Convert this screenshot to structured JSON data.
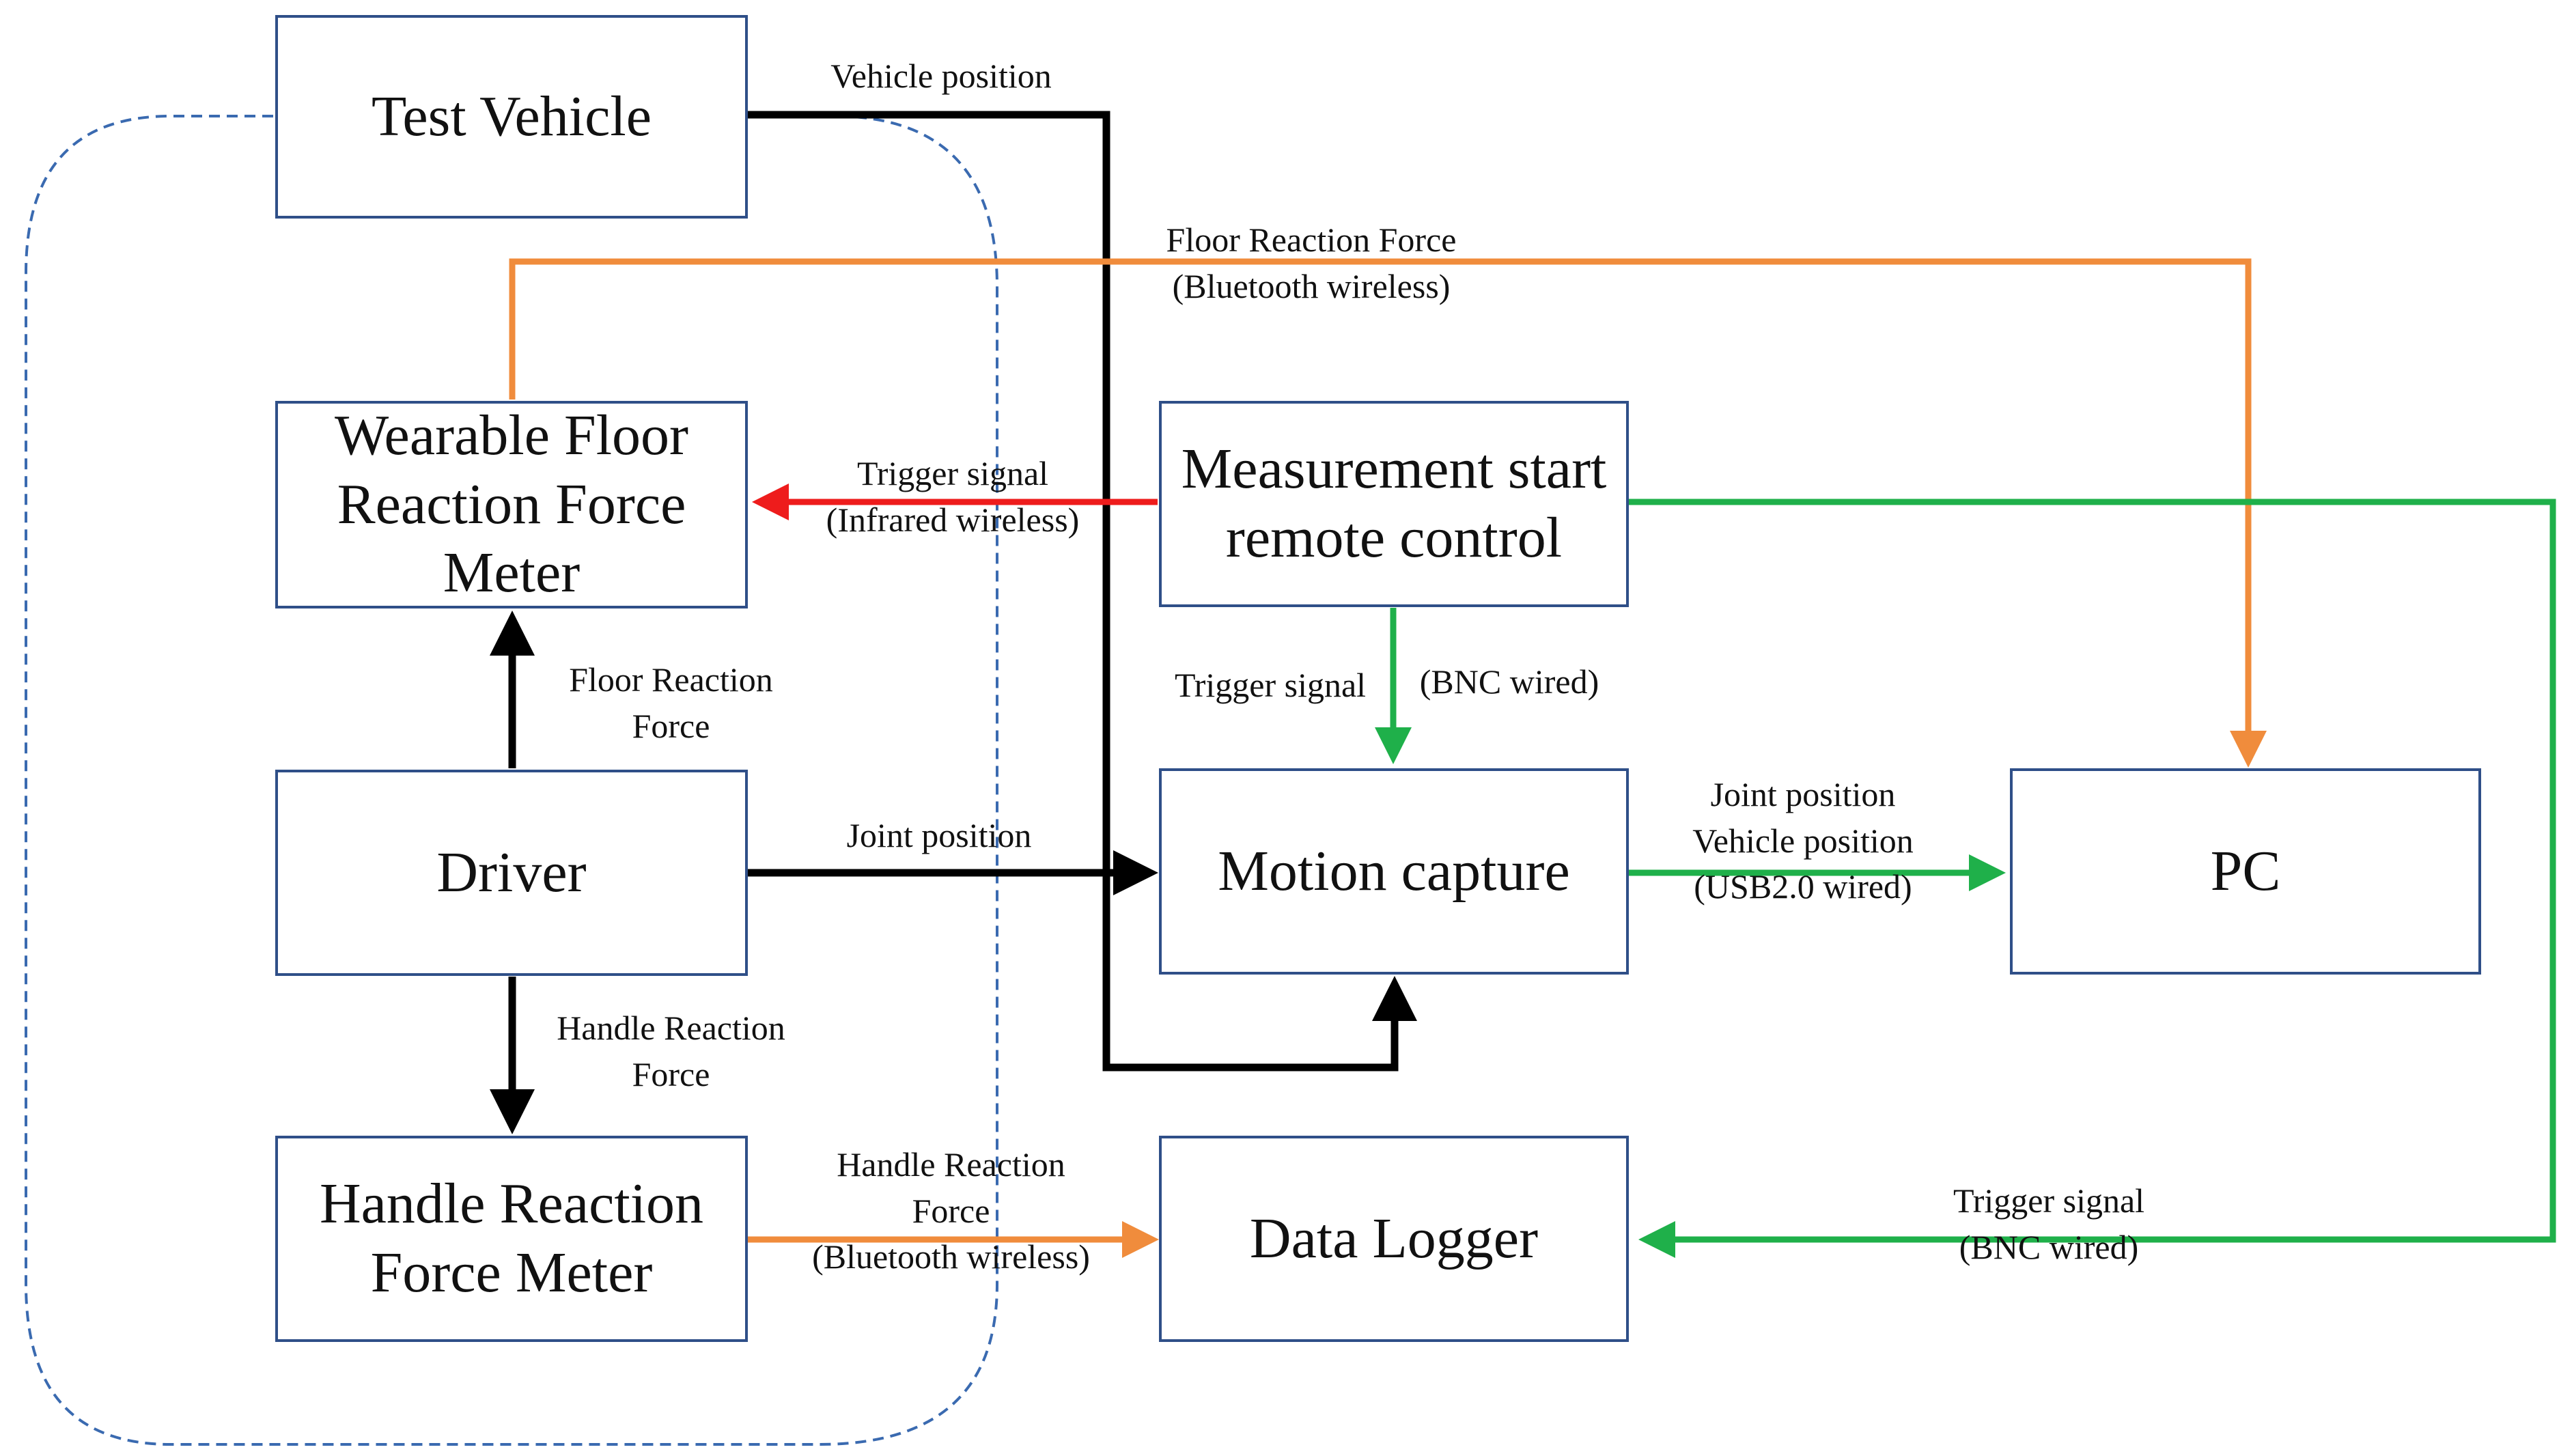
{
  "colors": {
    "black": "#000000",
    "orange": "#f08c3c",
    "green": "#1fb04a",
    "red": "#ee1c1c",
    "box_border": "#2f4f88",
    "dashed": "#3a6ab0"
  },
  "nodes": {
    "test_vehicle": "Test Vehicle",
    "wearable_meter": "Wearable Floor\nReaction Force\nMeter",
    "driver": "Driver",
    "handle_meter": "Handle Reaction\nForce Meter",
    "remote_control": "Measurement start\nremote control",
    "motion_capture": "Motion capture",
    "data_logger": "Data Logger",
    "pc": "PC"
  },
  "labels": {
    "vehicle_position": "Vehicle position",
    "floor_force_bt": "Floor Reaction Force\n(Bluetooth wireless)",
    "trigger_ir": "Trigger  signal\n(Infrared wireless)",
    "floor_force_up": "Floor Reaction\nForce",
    "trigger_bnc_left": "Trigger  signal",
    "bnc_wired_right": "(BNC wired)",
    "joint_position": "Joint position",
    "mc_to_pc": "Joint position\nVehicle position\n(USB2.0  wired)",
    "handle_force_down": "Handle Reaction\nForce",
    "handle_force_bt": "Handle Reaction\nForce\n(Bluetooth wireless)",
    "trigger_logger": "Trigger  signal\n(BNC wired)"
  }
}
